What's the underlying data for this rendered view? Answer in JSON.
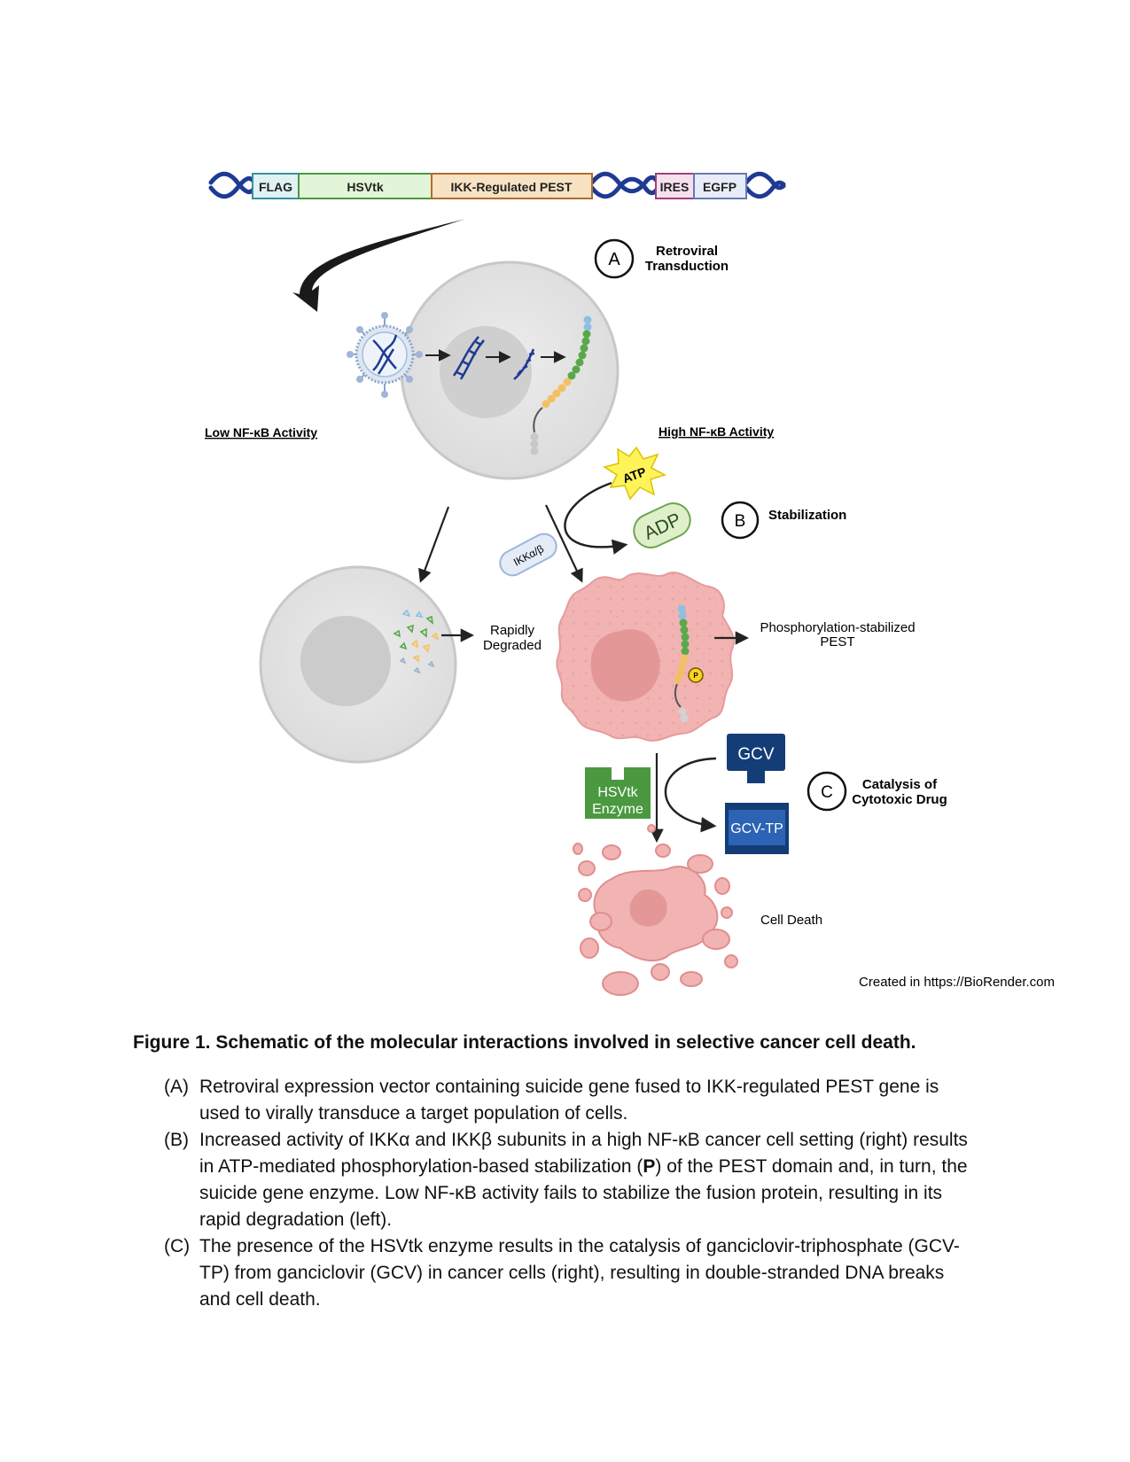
{
  "construct": {
    "segments": [
      "FLAG",
      "HSVtk",
      "IKK-Regulated PEST",
      "IRES",
      "EGFP"
    ]
  },
  "panels": {
    "a": {
      "letter": "A",
      "line1": "Retroviral",
      "line2": "Transduction"
    },
    "b": {
      "letter": "B",
      "label": "Stabilization"
    },
    "c": {
      "letter": "C",
      "line1": "Catalysis of",
      "line2": "Cytotoxic Drug"
    }
  },
  "labels": {
    "low_nfkb": "Low NF-κB Activity",
    "high_nfkb": "High NF-κB Activity",
    "atp": "ATP",
    "adp": "ADP",
    "ikk": "IKKα/β",
    "rapidly_1": "Rapidly",
    "rapidly_2": "Degraded",
    "phospho_1": "Phosphorylation-stabilized",
    "phospho_2": "PEST",
    "p_mark": "P",
    "gcv": "GCV",
    "gcvtp": "GCV-TP",
    "hsvtk_1": "HSVtk",
    "hsvtk_2": "Enzyme",
    "cell_death": "Cell Death",
    "credit": "Created  in  https://BioRender.com"
  },
  "caption": {
    "title": "Figure 1. Schematic of the molecular interactions involved in selective cancer cell death.",
    "items": [
      {
        "label": "(A)",
        "text": "Retroviral expression vector containing suicide gene fused to IKK-regulated PEST gene is used to virally transduce a target population of cells."
      },
      {
        "label": "(B)",
        "text": "Increased activity of IKKα and IKKβ subunits in a high NF-κB cancer cell setting (right) results in ATP-mediated phosphorylation-based stabilization (",
        "bold": "P",
        "text_after": ") of the PEST domain and, in turn, the suicide gene enzyme. Low NF-κB activity fails to stabilize the fusion protein, resulting in its rapid degradation (left)."
      },
      {
        "label": "(C)",
        "text": "The presence of the HSVtk enzyme results in the catalysis of ganciclovir-triphosphate (GCV-TP) from ganciclovir (GCV) in cancer cells (right), resulting in double-stranded DNA breaks and cell death."
      }
    ]
  },
  "colors": {
    "dna": "#1f3a93",
    "flag": "#dff2f4",
    "hsvtk": "#e3f5d8",
    "pest": "#f7e2c4",
    "ires": "#f6e0ee",
    "egfp": "#e8ecf8",
    "cancer": "#f2b3b3",
    "gcv": "#143d78",
    "gcvtp": "#2c63b4",
    "enzyme": "#4a9940",
    "atp": "#fff35a",
    "adp": "#dff0c8"
  }
}
